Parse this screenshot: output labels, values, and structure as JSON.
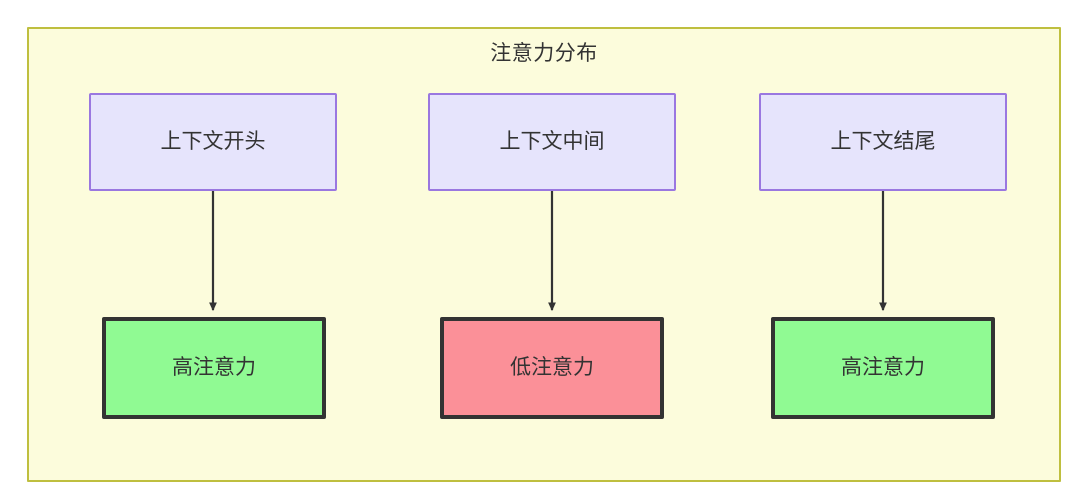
{
  "diagram": {
    "title": "注意力分布",
    "container": {
      "background_color": "#fcfcdc",
      "border_color": "#bfbf3f"
    },
    "nodes": {
      "top": [
        {
          "id": "context-start",
          "label": "上下文开头",
          "fill": "#e6e4fc",
          "border": "#9a77e0"
        },
        {
          "id": "context-middle",
          "label": "上下文中间",
          "fill": "#e6e4fc",
          "border": "#9a77e0"
        },
        {
          "id": "context-end",
          "label": "上下文结尾",
          "fill": "#e6e4fc",
          "border": "#9a77e0"
        }
      ],
      "bottom": [
        {
          "id": "high-attention-start",
          "label": "高注意力",
          "fill": "#90fa93",
          "border": "#333333"
        },
        {
          "id": "low-attention-middle",
          "label": "低注意力",
          "fill": "#fb9098",
          "border": "#333333"
        },
        {
          "id": "high-attention-end",
          "label": "高注意力",
          "fill": "#90fa93",
          "border": "#333333"
        }
      ]
    },
    "edges": [
      {
        "from": "context-start",
        "to": "high-attention-start",
        "style": "arrow"
      },
      {
        "from": "context-middle",
        "to": "low-attention-middle",
        "style": "arrow"
      },
      {
        "from": "context-end",
        "to": "high-attention-end",
        "style": "arrow"
      }
    ]
  }
}
